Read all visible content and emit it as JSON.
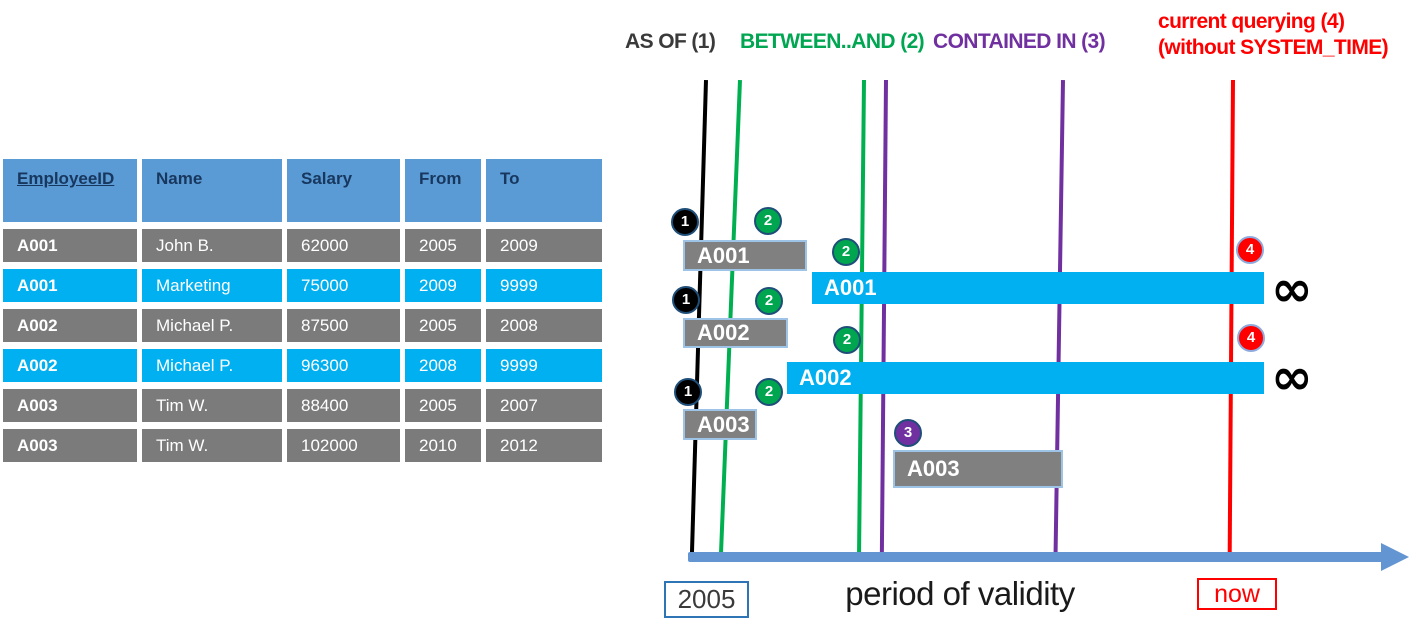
{
  "table": {
    "headers": [
      "EmployeeID",
      "Name",
      "Salary",
      "From",
      "To"
    ],
    "rows": [
      {
        "cells": [
          "A001",
          "John B.",
          "62000",
          "2005",
          "2009"
        ],
        "highlight": false
      },
      {
        "cells": [
          "A001",
          "Marketing",
          "75000",
          "2009",
          "9999"
        ],
        "highlight": true
      },
      {
        "cells": [
          "A002",
          "Michael P.",
          "87500",
          "2005",
          "2008"
        ],
        "highlight": false
      },
      {
        "cells": [
          "A002",
          "Michael P.",
          "96300",
          "2008",
          "9999"
        ],
        "highlight": true
      },
      {
        "cells": [
          "A003",
          "Tim W.",
          "88400",
          "2005",
          "2007"
        ],
        "highlight": false
      },
      {
        "cells": [
          "A003",
          "Tim W.",
          "102000",
          "2010",
          "2012"
        ],
        "highlight": false
      }
    ]
  },
  "legend": {
    "as_of": "AS OF (1)",
    "between_and": "BETWEEN..AND (2)",
    "contained_in": "CONTAINED IN (3)",
    "current_line1": "current querying (4)",
    "current_line2": "(without SYSTEM_TIME)"
  },
  "timeline": {
    "bars": [
      {
        "label": "A001",
        "type": "gray"
      },
      {
        "label": "A001",
        "type": "cyan"
      },
      {
        "label": "A002",
        "type": "gray"
      },
      {
        "label": "A002",
        "type": "cyan"
      },
      {
        "label": "A003",
        "type": "gray"
      },
      {
        "label": "A003",
        "type": "gray"
      }
    ],
    "badges": [
      {
        "n": "1"
      },
      {
        "n": "2"
      },
      {
        "n": "2"
      },
      {
        "n": "4"
      },
      {
        "n": "1"
      },
      {
        "n": "2"
      },
      {
        "n": "2"
      },
      {
        "n": "4"
      },
      {
        "n": "1"
      },
      {
        "n": "2"
      },
      {
        "n": "3"
      }
    ],
    "infinity": "∞",
    "axis_start_label": "2005",
    "axis_label": "period of validity",
    "now_label": "now"
  },
  "colors": {
    "header_blue": "#5B9BD5",
    "header_text": "#17375E",
    "row_gray": "#7B7B7B",
    "row_cyan": "#00B0F0",
    "bar_gray": "#808080",
    "bar_border": "#9DC3E6",
    "green": "#00B050",
    "purple": "#7030A0",
    "red": "#FF0000",
    "black": "#000000",
    "axis_blue": "#6295D2",
    "year_box_border": "#2E75B6"
  }
}
